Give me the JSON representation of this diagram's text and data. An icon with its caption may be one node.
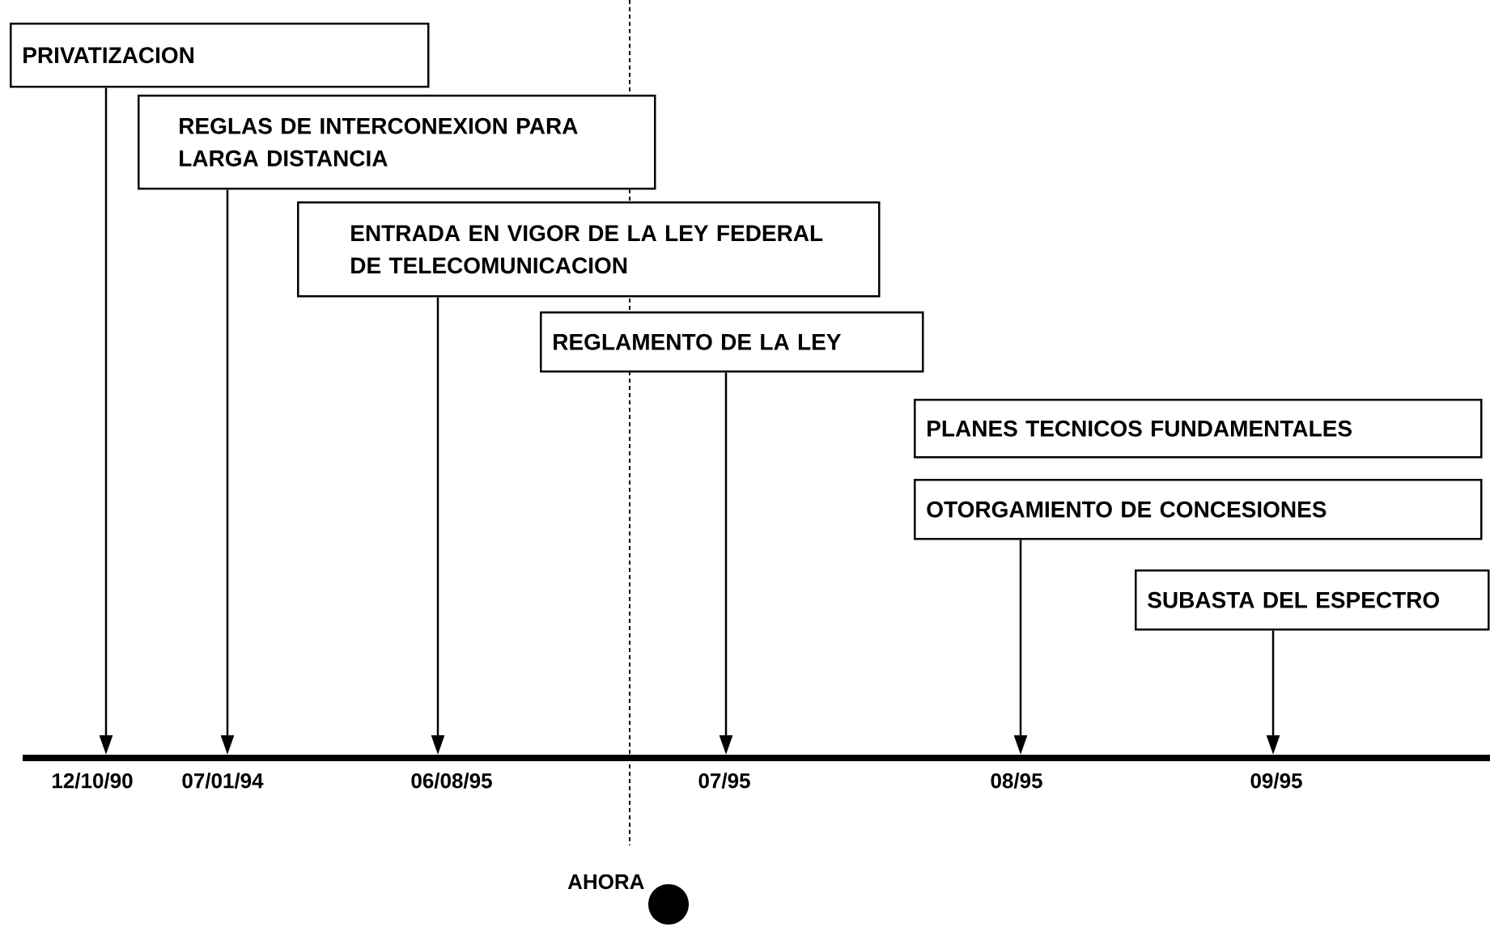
{
  "diagram": {
    "nodes": [
      {
        "text": [
          "PRIVATIZACION"
        ]
      },
      {
        "text": [
          "REGLAS DE INTERCONEXION PARA LARGA DISTANCIA"
        ]
      },
      {
        "text": [
          "ENTRADA EN VIGOR DE LA LEY FEDERAL DE TELECOMUNICACION"
        ]
      },
      {
        "text": [
          "REGLAMENTO DE LA LEY"
        ]
      },
      {
        "text": [
          "PLANES TECNICOS FUNDAMENTALES"
        ]
      },
      {
        "text": [
          "OTORGAMIENTO DE CONCESIONES"
        ]
      },
      {
        "text": [
          "SUBASTA DEL ESPECTRO"
        ]
      }
    ],
    "edges": [
      {
        "from": 0,
        "to": null,
        "arrow": "to"
      },
      {
        "from": 1,
        "to": null,
        "arrow": "to"
      },
      {
        "from": 2,
        "to": null,
        "arrow": "to"
      },
      {
        "from": 3,
        "to": null,
        "arrow": "to"
      },
      {
        "from": 5,
        "to": null,
        "arrow": "to"
      },
      {
        "from": 6,
        "to": null,
        "arrow": "to"
      }
    ],
    "labels": [
      "12/10/90",
      "07/01/94",
      "06/08/95",
      "07/95",
      "08/95",
      "09/95",
      "AHORA"
    ]
  }
}
